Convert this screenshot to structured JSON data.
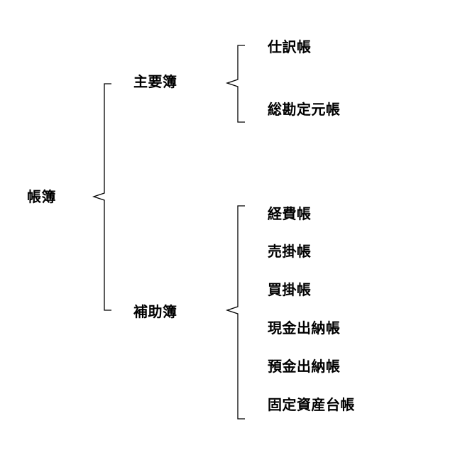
{
  "root": {
    "label": "帳簿"
  },
  "groups": [
    {
      "label": "主要簿",
      "items": [
        "仕訳帳",
        "総勘定元帳"
      ]
    },
    {
      "label": "補助簿",
      "items": [
        "経費帳",
        "売掛帳",
        "買掛帳",
        "現金出納帳",
        "預金出納帳",
        "固定資産台帳"
      ]
    }
  ],
  "colors": {
    "line": "#000000",
    "text": "#000000"
  }
}
